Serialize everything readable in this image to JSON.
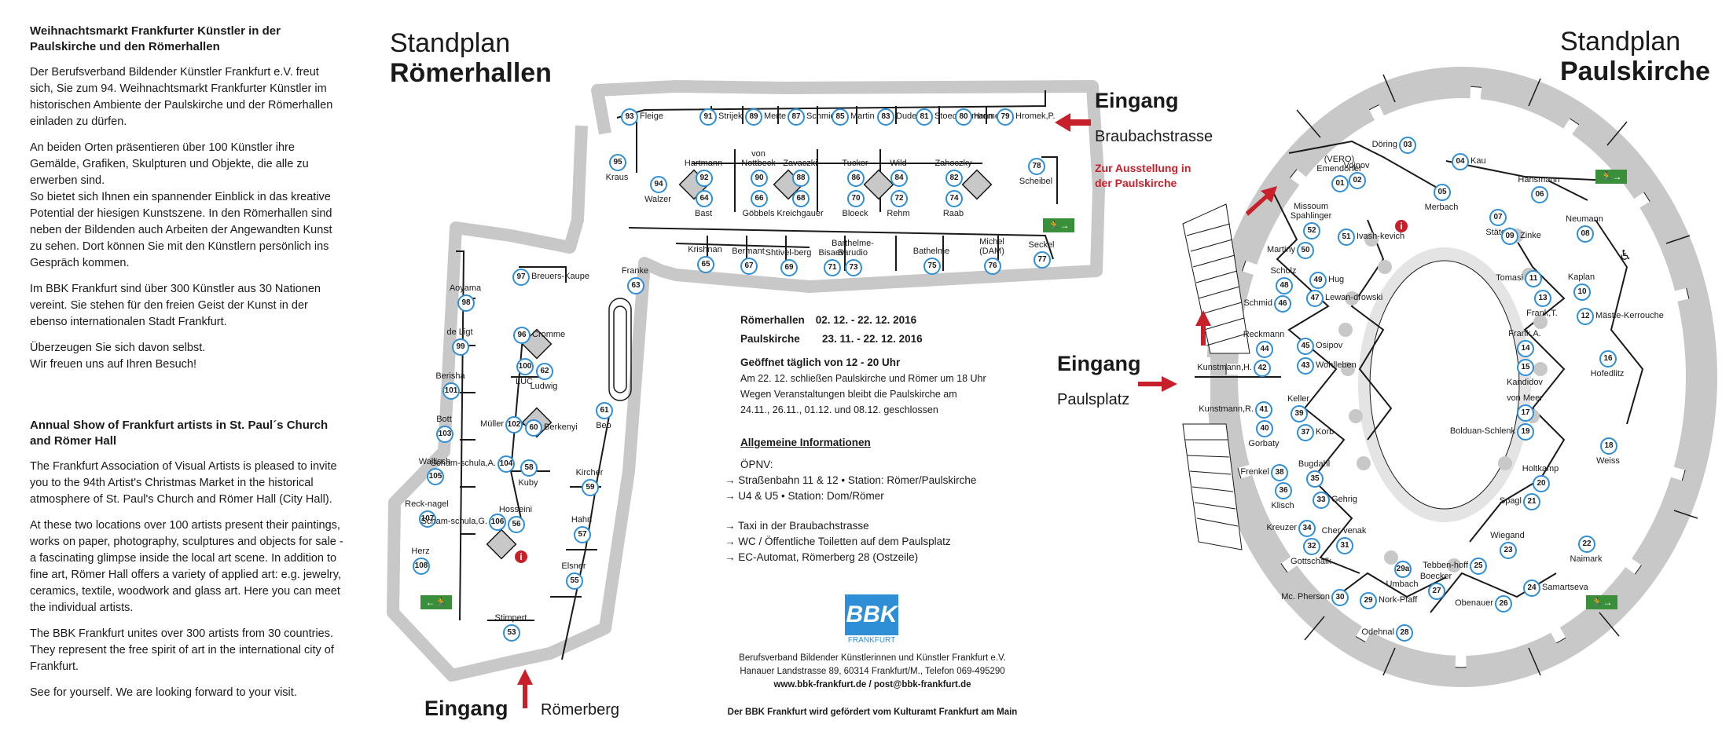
{
  "intro_de": {
    "heading": "Weihnachtsmarkt Frankfurter Künstler in der Paulskirche und den Römerhallen",
    "p1": "Der Berufsverband Bildender Künstler Frankfurt e.V. freut sich, Sie zum 94. Weihnachtsmarkt Frankfurter Künstler im historischen Ambiente der Paulskirche und der Römerhallen einladen zu dürfen.",
    "p2": "An beiden Orten präsentieren über 100 Künstler ihre Gemälde, Grafiken, Skulpturen und Objekte, die alle zu erwerben sind.",
    "p3": "So bietet sich Ihnen ein spannender Einblick in das kreative Potential der hiesigen Kunstszene. In den Römerhallen sind neben der Bildenden auch Arbeiten der Angewandten Kunst zu sehen. Dort können Sie mit den Künstlern persönlich ins Gespräch kommen.",
    "p4": "Im BBK Frankfurt sind über 300 Künstler aus 30 Nationen vereint. Sie stehen für den freien Geist der Kunst in der ebenso internationalen Stadt Frankfurt.",
    "p5": "Überzeugen Sie sich davon selbst.",
    "p6": "Wir freuen uns auf Ihren Besuch!"
  },
  "intro_en": {
    "heading": "Annual Show of Frankfurt artists in St. Paul´s Church and Römer Hall",
    "p1": "The Frankfurt Association of Visual Artists is pleased to invite you to the 94th Artist's Christmas Market in the historical atmosphere of St. Paul's Church and Römer Hall (City Hall).",
    "p2": "At these two locations over 100 artists present their paintings, works on paper, photography, sculptures and objects for sale - a fascinating glimpse inside the local art scene. In addition to fine art, Römer Hall offers a variety of applied art: e.g. jewelry, ceramics, textile, woodwork and glass art. Here you can meet the individual artists.",
    "p3": "The BBK Frankfurt unites over 300 artists from 30 countries. They represent the free spirit of art in the international city of Frankfurt.",
    "p4": "See for yourself. We are looking forward to your visit."
  },
  "roemer_title": {
    "line1": "Standplan",
    "line2": "Römerhallen"
  },
  "paul_title": {
    "line1": "Standplan",
    "line2": "Paulskirche"
  },
  "entrances": {
    "braubach": {
      "label": "Eingang",
      "street": "Braubachstrasse"
    },
    "roemerberg": {
      "label": "Eingang",
      "street": "Römerberg"
    },
    "paulsplatz": {
      "label": "Eingang",
      "street": "Paulsplatz"
    },
    "to_paul": "Zur Ausstellung in der Paulskirche"
  },
  "info": {
    "r1_label": "Römerhallen",
    "r1_dates": "02. 12. - 22. 12. 2016",
    "r2_label": "Paulskirche",
    "r2_dates": "23. 11. - 22. 12. 2016",
    "hours": "Geöffnet täglich von 12 - 20 Uhr",
    "note1": "Am 22. 12. schließen Paulskirche und Römer um 18 Uhr",
    "note2": "Wegen Veranstaltungen bleibt die Paulskirche am",
    "note3": "24.11., 26.11., 01.12. und 08.12. geschlossen",
    "general": "Allgemeine Informationen",
    "opnv": "ÖPNV:",
    "l1": "→ Straßenbahn 11 & 12  •  Station: Römer/Paulskirche",
    "l2": "→ U4 & U5  •  Station: Dom/Römer",
    "l3": "→ Taxi in der Braubachstrasse",
    "l4": "→ WC / Öffentliche Toiletten auf dem Paulsplatz",
    "l5": "→ EC-Automat, Römerberg 28 (Ostzeile)"
  },
  "logo": {
    "text": "BBK",
    "sub": "FRANKFURT"
  },
  "footer": {
    "f1": "Berufsverband Bildender Künstlerinnen und Künstler Frankfurt e.V.",
    "f2": "Hanauer Landstrasse 89,  60314 Frankfurt/M., Telefon 069-495290",
    "f3": "www.bbk-frankfurt.de  /  post@bbk-frankfurt.de",
    "f4": "Der BBK Frankfurt wird gefördert vom Kulturamt Frankfurt am Main"
  },
  "colors": {
    "accent": "#2f8fd6",
    "wall": "#c8c8c8",
    "red": "#c8202a",
    "exit": "#3a8f3a"
  },
  "roemer_stands": [
    {
      "n": "93",
      "name": "Fleige"
    },
    {
      "n": "91",
      "name": "Strijek"
    },
    {
      "n": "89",
      "name": "Merte"
    },
    {
      "n": "87",
      "name": "Schmidt"
    },
    {
      "n": "85",
      "name": "Martin"
    },
    {
      "n": "83",
      "name": "Dudek"
    },
    {
      "n": "81",
      "name": "Stoecker-mann"
    },
    {
      "n": "80",
      "name": "Hromek,E."
    },
    {
      "n": "79",
      "name": "Hromek,P."
    },
    {
      "n": "95",
      "name": "Kraus"
    },
    {
      "n": "94",
      "name": "Walzer"
    },
    {
      "n": "92",
      "name": "Hartmann"
    },
    {
      "n": "64",
      "name": "Bast"
    },
    {
      "n": "90",
      "name": "von Nottbeck"
    },
    {
      "n": "66",
      "name": "Göbbels"
    },
    {
      "n": "88",
      "name": "Zavaczki"
    },
    {
      "n": "68",
      "name": "Kreichgauer"
    },
    {
      "n": "86",
      "name": "Tucker"
    },
    {
      "n": "70",
      "name": "Bloeck"
    },
    {
      "n": "84",
      "name": "Wild"
    },
    {
      "n": "72",
      "name": "Rehm"
    },
    {
      "n": "82",
      "name": "Zahoczky"
    },
    {
      "n": "74",
      "name": "Raab"
    },
    {
      "n": "78",
      "name": "Scheibel"
    },
    {
      "n": "65",
      "name": "Krishnan"
    },
    {
      "n": "67",
      "name": "Bermant"
    },
    {
      "n": "69",
      "name": "Shtivel-berg"
    },
    {
      "n": "71",
      "name": "Bisaev"
    },
    {
      "n": "73",
      "name": "Barthelme-Barudio"
    },
    {
      "n": "75",
      "name": "Bathelme"
    },
    {
      "n": "76",
      "name": "Michel (DAM)"
    },
    {
      "n": "77",
      "name": "Seckel"
    },
    {
      "n": "63",
      "name": "Franke"
    },
    {
      "n": "97",
      "name": "Breuers-Kaupe"
    },
    {
      "n": "98",
      "name": "Aoyama"
    },
    {
      "n": "99",
      "name": "de Ligt"
    },
    {
      "n": "101",
      "name": "Berisha"
    },
    {
      "n": "103",
      "name": "Bott"
    },
    {
      "n": "105",
      "name": "Wallisch"
    },
    {
      "n": "107",
      "name": "Reck-nagel"
    },
    {
      "n": "108",
      "name": "Herz"
    },
    {
      "n": "96",
      "name": "Cromme"
    },
    {
      "n": "100",
      "name": "LUC"
    },
    {
      "n": "62",
      "name": "Ludwig"
    },
    {
      "n": "102",
      "name": "Müller"
    },
    {
      "n": "60",
      "name": "Berkenyi"
    },
    {
      "n": "104",
      "name": "Scham-schula,A."
    },
    {
      "n": "58",
      "name": "Kuby"
    },
    {
      "n": "106",
      "name": "Scham-schula,G."
    },
    {
      "n": "56",
      "name": "Hosseini"
    },
    {
      "n": "61",
      "name": "Beo"
    },
    {
      "n": "59",
      "name": "Kircher"
    },
    {
      "n": "57",
      "name": "Hahn"
    },
    {
      "n": "55",
      "name": "Elsner"
    },
    {
      "n": "53",
      "name": "Stimpert"
    }
  ],
  "paul_stands": [
    {
      "n": "03",
      "name": "Döring"
    },
    {
      "n": "02",
      "name": "Vojnov"
    },
    {
      "n": "01",
      "name": "(VERO) Emendörfer"
    },
    {
      "n": "04",
      "name": "Kau"
    },
    {
      "n": "06",
      "name": "Hansmann"
    },
    {
      "n": "05",
      "name": "Merbach"
    },
    {
      "n": "07",
      "name": "Stäter"
    },
    {
      "n": "09",
      "name": "Zinke"
    },
    {
      "n": "08",
      "name": "Neumann"
    },
    {
      "n": "52",
      "name": "Missoum Spahlinger"
    },
    {
      "n": "50",
      "name": "Martiny"
    },
    {
      "n": "51",
      "name": "Ivash-kevich"
    },
    {
      "n": "48",
      "name": "Scholz"
    },
    {
      "n": "49",
      "name": "Hug"
    },
    {
      "n": "46",
      "name": "Schmid"
    },
    {
      "n": "47",
      "name": "Lewan-drowski"
    },
    {
      "n": "44",
      "name": "Reckmann"
    },
    {
      "n": "45",
      "name": "Osipov"
    },
    {
      "n": "42",
      "name": "Kunstmann,H."
    },
    {
      "n": "43",
      "name": "Wohlleben"
    },
    {
      "n": "41",
      "name": "Kunstmann,R."
    },
    {
      "n": "39",
      "name": "Keller"
    },
    {
      "n": "40",
      "name": "Gorbaty"
    },
    {
      "n": "37",
      "name": "Korb"
    },
    {
      "n": "38",
      "name": "Frenkel"
    },
    {
      "n": "35",
      "name": "Bugdahl"
    },
    {
      "n": "36",
      "name": "Klisch"
    },
    {
      "n": "33",
      "name": "Gehrig"
    },
    {
      "n": "34",
      "name": "Kreuzer"
    },
    {
      "n": "31",
      "name": "Cher-venak"
    },
    {
      "n": "32",
      "name": "Gottschalk"
    },
    {
      "n": "11",
      "name": "Tomasi"
    },
    {
      "n": "10",
      "name": "Kaplan"
    },
    {
      "n": "13",
      "name": "Frank,T."
    },
    {
      "n": "12",
      "name": "Mästle-Kerrouche"
    },
    {
      "n": "14",
      "name": "Frank,A."
    },
    {
      "n": "15",
      "name": "Kandidov"
    },
    {
      "n": "16",
      "name": "Hofedlitz"
    },
    {
      "n": "17",
      "name": "von Meer"
    },
    {
      "n": "19",
      "name": "Bolduan-Schlenk"
    },
    {
      "n": "18",
      "name": "Weiss"
    },
    {
      "n": "20",
      "name": "Holtkamp"
    },
    {
      "n": "21",
      "name": "Spagl"
    },
    {
      "n": "23",
      "name": "Wiegand"
    },
    {
      "n": "22",
      "name": "Naimark"
    },
    {
      "n": "25",
      "name": "Tebben-hoff"
    },
    {
      "n": "27",
      "name": "Boecker"
    },
    {
      "n": "29a",
      "name": "Umbach"
    },
    {
      "n": "24",
      "name": "Samartseva"
    },
    {
      "n": "26",
      "name": "Obenauer"
    },
    {
      "n": "29",
      "name": "Nork-Pfaff"
    },
    {
      "n": "30",
      "name": "Mc. Pherson"
    },
    {
      "n": "28",
      "name": "Odehnal"
    }
  ],
  "icons": [
    "info-icon",
    "exit-sign-icon",
    "wheelchair-icon",
    "arrow-icon"
  ]
}
